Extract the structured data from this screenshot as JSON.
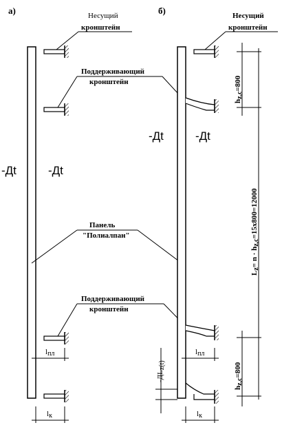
{
  "panel_a": {
    "letter": "а)",
    "bearing_bracket": [
      "Несущий",
      "кронштейн"
    ],
    "support_bracket_top": [
      "Поддерживающий",
      "кронштейн"
    ],
    "panel_label": [
      "Панель",
      "\"Полиалпан\""
    ],
    "support_bracket_bottom": [
      "Поддерживающий",
      "кронштейн"
    ],
    "dt_left": "-Дt",
    "dt_right": "-Дt",
    "l_pl": "l",
    "l_pl_sub": "пл",
    "l_k": "l",
    "l_k_sub": "к"
  },
  "panel_b": {
    "letter": "б)",
    "bearing_bracket": [
      "Несущий",
      "кронштейн"
    ],
    "dt_left": "-Дt",
    "dt_right": "-Дt",
    "dL_main": "-ДL",
    "dL_sub": "z(t)",
    "l_pl": "l",
    "l_pl_sub": "пл",
    "l_k": "l",
    "l_k_sub": "к",
    "h_top": "h",
    "h_top_sub": "z,c",
    "h_top_value": "=800",
    "h_bottom": "h",
    "h_bottom_sub": "z,c",
    "h_bottom_value": "=800",
    "Lz_main": "L",
    "Lz_sub": "z",
    "Lz_eq": "= n · h",
    "Lz_sub2": "z,c",
    "Lz_value": "=15x800=12000"
  }
}
